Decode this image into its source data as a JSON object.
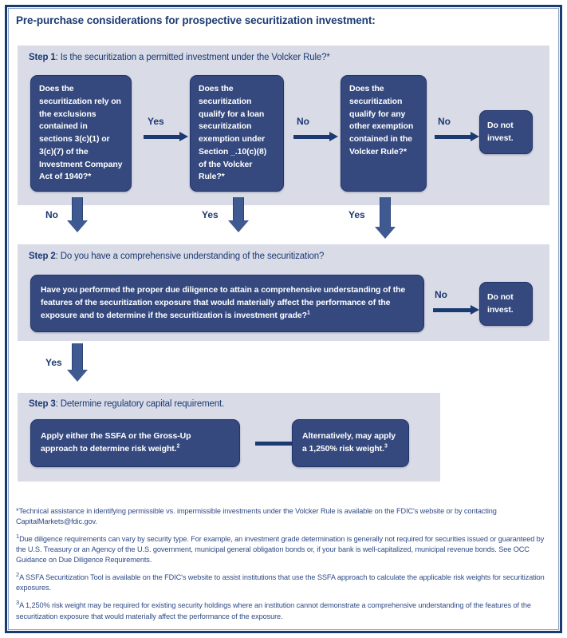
{
  "title": "Pre-purchase considerations for prospective securitization investment:",
  "colors": {
    "frame": "#1b3a72",
    "panel_bg": "#d9dbe7",
    "box_fill": "#35497f",
    "text_blue": "#1b3a72",
    "footnote_blue": "#2f4b86"
  },
  "step1": {
    "label": "Step 1",
    "heading": ": Is the securitization a permitted investment under the Volcker Rule?*",
    "boxes": [
      {
        "text": "Does the securitization rely on the exclusions contained in sections 3(c)(1) or 3(c)(7) of the Investment Company Act of 1940?*"
      },
      {
        "text": "Does the securitization qualify for a loan securitization exemption under Section _.10(c)(8) of the Volcker Rule?*"
      },
      {
        "text": "Does the securitization qualify for any other exemption contained in the Volcker Rule?*"
      },
      {
        "text": "Do not invest."
      }
    ],
    "arrows": {
      "a1": "Yes",
      "a2": "No",
      "a3": "No",
      "down1": "No",
      "down2": "Yes",
      "down3": "Yes"
    }
  },
  "step2": {
    "label": "Step 2",
    "heading": ": Do you have a comprehensive understanding of the securitization?",
    "question": "Have you performed the proper due diligence to attain a comprehensive understanding of the features of the securitization exposure that would materially affect the performance of the exposure and to determine if the securitization is investment grade?",
    "question_footnote": "1",
    "no_label": "No",
    "do_not_invest": "Do not invest.",
    "down_label": "Yes"
  },
  "step3": {
    "label": "Step 3",
    "heading": ": Determine regulatory capital requirement.",
    "box_left": "Apply either the SSFA or the Gross-Up approach to determine risk weight.",
    "box_left_footnote": "2",
    "box_right": "Alternatively, may apply a 1,250% risk weight.",
    "box_right_footnote": "3"
  },
  "footnotes": [
    {
      "mark": "*",
      "mark_style": "star",
      "text": "Technical assistance in identifying permissible vs. impermissible investments under the Volcker Rule is available on the FDIC's website or by contacting CapitalMarkets@fdic.gov."
    },
    {
      "mark": "1",
      "mark_style": "sup",
      "text": "Due diligence requirements can vary by security type. For example, an investment grade determination is generally not required for securities issued or guaranteed by the U.S. Treasury or an Agency of the U.S. government, municipal general obligation bonds or, if your bank is well-capitalized, municipal revenue bonds. See OCC Guidance on Due Diligence Requirements."
    },
    {
      "mark": "2",
      "mark_style": "sup",
      "text": "A SSFA Securitization Tool is available on the FDIC's website to assist institutions that use the SSFA approach to calculate the applicable risk weights for securitization exposures."
    },
    {
      "mark": "3",
      "mark_style": "sup",
      "text": "A 1,250% risk weight may be required for existing security holdings where an institution cannot demonstrate a comprehensive understanding of the features of the securitization exposure that would materially affect the performance of the exposure."
    }
  ]
}
